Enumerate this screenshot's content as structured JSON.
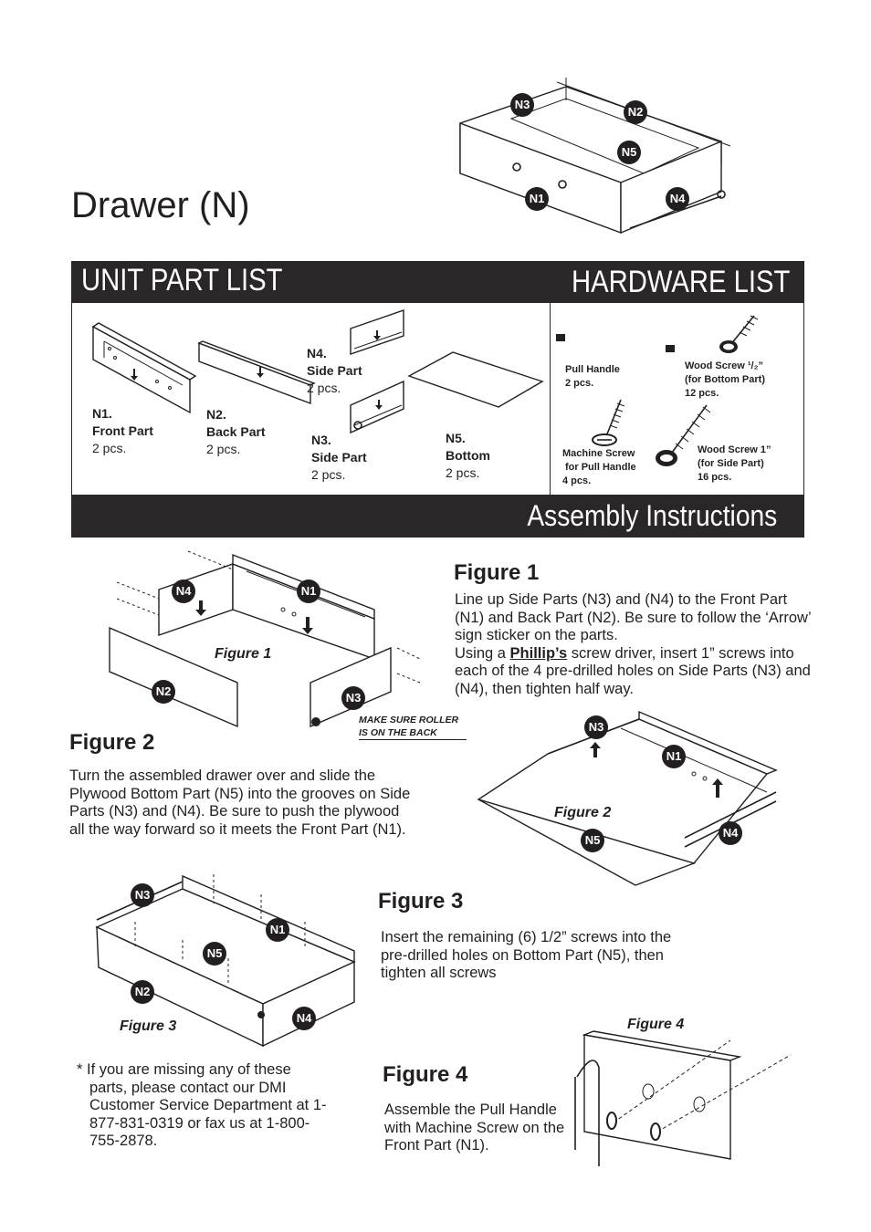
{
  "title": "Drawer (N)",
  "bands": {
    "unit_part_list": "UNIT PART LIST",
    "hardware_list": "HARDWARE LIST",
    "assembly_instructions": "Assembly Instructions"
  },
  "parts": [
    {
      "code": "N1.",
      "name": "Front Part",
      "qty": "2 pcs."
    },
    {
      "code": "N2.",
      "name": "Back Part",
      "qty": "2 pcs."
    },
    {
      "code": "N4.",
      "name": "Side Part",
      "qty": "2 pcs."
    },
    {
      "code": "N3.",
      "name": "Side Part",
      "qty": "2 pcs."
    },
    {
      "code": "N5.",
      "name": "Bottom",
      "qty": "2 pcs."
    }
  ],
  "hardware": {
    "pull_handle": {
      "name": "Pull Handle",
      "qty": "2 pcs."
    },
    "wood_screw_half": {
      "name": "Wood Screw ¹/₂”",
      "use": "(for Bottom Part)",
      "qty": "12  pcs."
    },
    "machine_screw": {
      "name": "Machine Screw",
      "use": "for Pull Handle",
      "qty": "4 pcs."
    },
    "wood_screw_one": {
      "name": "Wood Screw 1”",
      "use": "(for Side Part)",
      "qty": "16 pcs."
    }
  },
  "badges": {
    "n1": "N1",
    "n2": "N2",
    "n3": "N3",
    "n4": "N4",
    "n5": "N5"
  },
  "figures": {
    "fig1": {
      "heading": "Figure 1",
      "caption": "Figure 1",
      "text": "Line up Side Parts (N3) and (N4) to the Front Part (N1) and Back Part (N2). Be sure to follow the ‘Arrow’ sign sticker on the parts.",
      "text2_pre": "Using a ",
      "text2_bold": "Phillip’s",
      "text2_post": " screw driver, insert 1” screws into each of the 4 pre-drilled holes on Side Parts (N3) and (N4), then tighten half way.",
      "note": "MAKE SURE ROLLER IS ON THE BACK"
    },
    "fig2": {
      "heading": "Figure 2",
      "caption": "Figure 2",
      "text": "Turn the assembled drawer over and slide the Plywood Bottom Part (N5) into the grooves on Side Parts (N3) and (N4). Be sure to push the plywood all the way forward so it meets the Front Part (N1)."
    },
    "fig3": {
      "heading": "Figure 3",
      "caption": "Figure 3",
      "text": "Insert the remaining (6) 1/2” screws into the pre-drilled holes on Bottom Part (N5), then tighten all screws"
    },
    "fig4": {
      "heading": "Figure 4",
      "caption": "Figure 4",
      "text": "Assemble the Pull Handle with Machine Screw on the Front Part (N1)."
    }
  },
  "contact_note": "* If you are missing any of these parts, please contact our DMI Customer Service Department at 1-877-831-0319 or fax us at 1-800-755-2878."
}
